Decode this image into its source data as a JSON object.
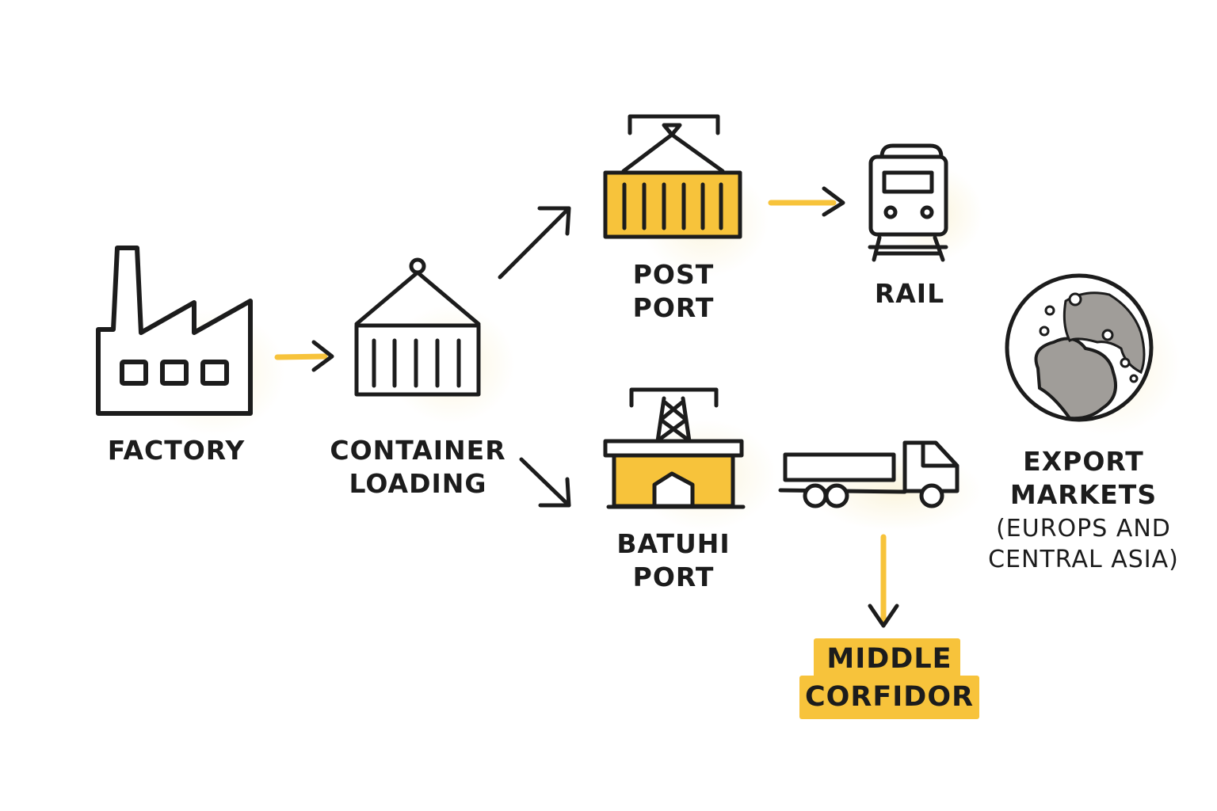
{
  "title": "Export logistics flow",
  "colors": {
    "accent": "#f7c33b",
    "ink": "#1c1c1c",
    "glow": "#fbf6e4",
    "globe_land": "#a09d99"
  },
  "nodes": [
    {
      "id": "factory",
      "icon": "factory-icon",
      "label_lines": [
        "FACTORY"
      ]
    },
    {
      "id": "container_loading",
      "icon": "hanging-container-icon",
      "label_lines": [
        "CONTAINER",
        "LOADING"
      ]
    },
    {
      "id": "post_port",
      "icon": "crane-container-icon",
      "label_lines": [
        "POST",
        "PORT"
      ]
    },
    {
      "id": "rail",
      "icon": "train-icon",
      "label_lines": [
        "RAIL"
      ]
    },
    {
      "id": "batumi_port",
      "icon": "port-terminal-icon",
      "label_lines": [
        "BATUHI",
        "PORT"
      ]
    },
    {
      "id": "truck",
      "icon": "truck-icon",
      "label_lines": []
    },
    {
      "id": "export_markets",
      "icon": "globe-icon",
      "label_lines": [
        "EXPORT",
        "MARKETS"
      ],
      "sub_lines": [
        "(EUROPS AND",
        "CENTRAL ASIA)"
      ]
    }
  ],
  "highlight": {
    "label_lines": [
      "MIDDLE",
      "CORFIDOR"
    ]
  },
  "edges": [
    {
      "from": "factory",
      "to": "container_loading",
      "style": "accent"
    },
    {
      "from": "container_loading",
      "to": "post_port",
      "style": "ink"
    },
    {
      "from": "container_loading",
      "to": "batumi_port",
      "style": "ink"
    },
    {
      "from": "post_port",
      "to": "rail",
      "style": "accent"
    },
    {
      "from": "truck",
      "to": "middle_corridor",
      "style": "accent"
    }
  ]
}
